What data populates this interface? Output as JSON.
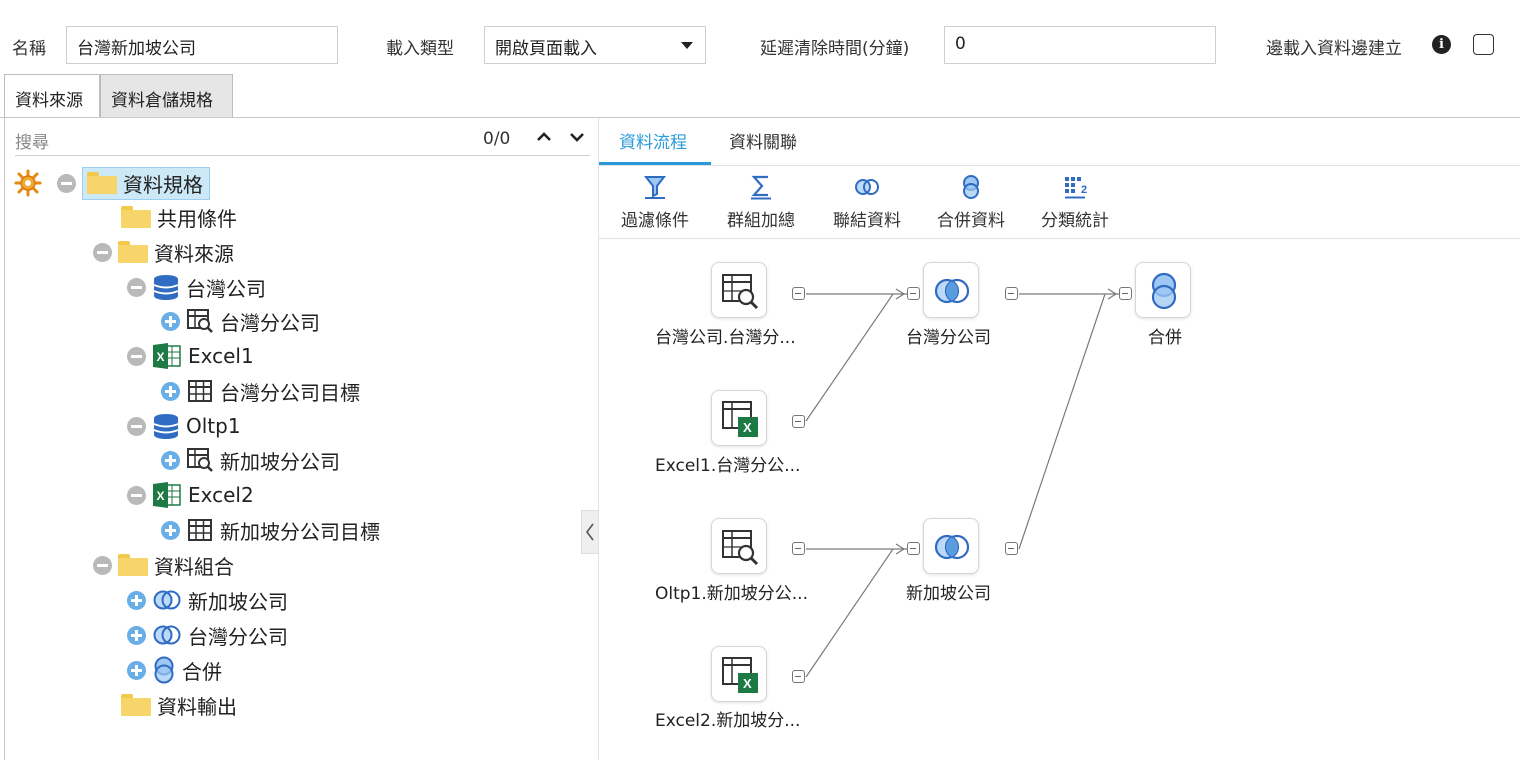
{
  "form": {
    "name_label": "名稱",
    "name_value": "台灣新加坡公司",
    "load_type_label": "載入類型",
    "load_type_value": "開啟頁面載入",
    "delay_label": "延遲清除時間(分鐘)",
    "delay_value": "0",
    "incremental_label": "邊載入資料邊建立",
    "incremental_checked": false,
    "info_icon": "info-circle-icon"
  },
  "left_tabs": [
    {
      "label": "資料來源",
      "active": true
    },
    {
      "label": "資料倉儲規格",
      "active": false
    }
  ],
  "search": {
    "placeholder": "搜尋",
    "count": "0/0"
  },
  "tree": {
    "root": "資料規格",
    "shared_conditions": "共用條件",
    "data_source": "資料來源",
    "taiwan_company": "台灣公司",
    "taiwan_branch": "台灣分公司",
    "excel1": "Excel1",
    "taiwan_branch_target": "台灣分公司目標",
    "oltp1": "Oltp1",
    "singapore_branch": "新加坡分公司",
    "excel2": "Excel2",
    "singapore_branch_target": "新加坡分公司目標",
    "data_combination": "資料組合",
    "singapore_company": "新加坡公司",
    "taiwan_branch_join": "台灣分公司",
    "merge": "合併",
    "data_output": "資料輸出"
  },
  "right_tabs": [
    {
      "label": "資料流程",
      "active": true
    },
    {
      "label": "資料關聯",
      "active": false
    }
  ],
  "toolbar": [
    {
      "label": "過濾條件",
      "icon": "filter-icon"
    },
    {
      "label": "群組加總",
      "icon": "sigma-icon"
    },
    {
      "label": "聯結資料",
      "icon": "join-icon"
    },
    {
      "label": "合併資料",
      "icon": "merge-icon"
    },
    {
      "label": "分類統計",
      "icon": "pivot-icon"
    }
  ],
  "flow": {
    "n1": "台灣公司.台灣分...",
    "n2": "Excel1.台灣分公...",
    "n3": "Oltp1.新加坡分公...",
    "n4": "Excel2.新加坡分...",
    "j1": "台灣分公司",
    "j2": "新加坡公司",
    "m1": "合併"
  },
  "colors": {
    "accent": "#2a9ad8",
    "folder": "#f7d56a",
    "selected_bg": "#cde8f6",
    "excel_green": "#1e7a45",
    "db_blue": "#2f6cc2"
  }
}
